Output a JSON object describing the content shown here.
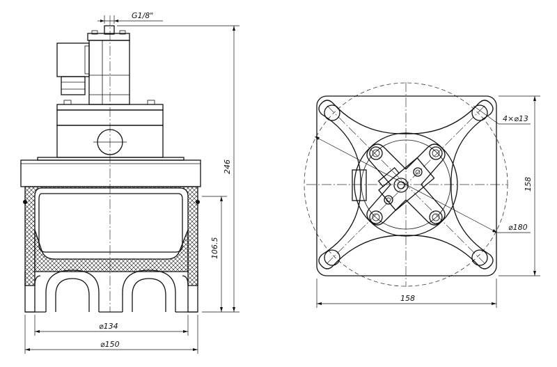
{
  "side_view": {
    "thread_label": "G1/8\"",
    "height_label": "246",
    "insert_height_label": "106.5",
    "inner_diameter_label": "⌀134",
    "outer_diameter_label": "⌀150"
  },
  "top_view": {
    "holes_label": "4×⌀13",
    "height_label": "158",
    "circle_label": "⌀180",
    "width_label": "158"
  }
}
